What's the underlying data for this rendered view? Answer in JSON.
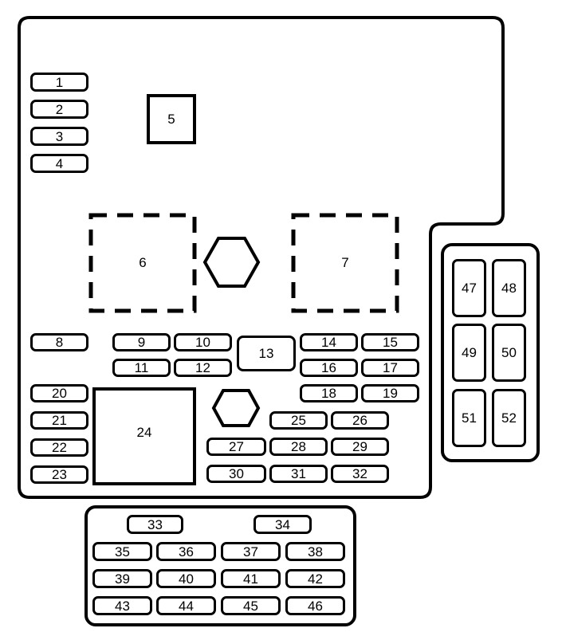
{
  "diagram": {
    "type": "fuse-block-layout",
    "stroke_color": "#000000",
    "background_color": "#ffffff"
  },
  "main_block": {
    "mini_fuses_top_left": [
      {
        "id": "1",
        "label": "1"
      },
      {
        "id": "2",
        "label": "2"
      },
      {
        "id": "3",
        "label": "3"
      },
      {
        "id": "4",
        "label": "4"
      }
    ],
    "relay_5": {
      "label": "5"
    },
    "dashed_relays": [
      {
        "id": "6",
        "label": "6"
      },
      {
        "id": "7",
        "label": "7"
      }
    ],
    "middle_fuses": [
      {
        "id": "8",
        "label": "8"
      },
      {
        "id": "9",
        "label": "9"
      },
      {
        "id": "10",
        "label": "10"
      },
      {
        "id": "11",
        "label": "11"
      },
      {
        "id": "12",
        "label": "12"
      },
      {
        "id": "13",
        "label": "13"
      },
      {
        "id": "14",
        "label": "14"
      },
      {
        "id": "15",
        "label": "15"
      },
      {
        "id": "16",
        "label": "16"
      },
      {
        "id": "17",
        "label": "17"
      },
      {
        "id": "18",
        "label": "18"
      },
      {
        "id": "19",
        "label": "19"
      }
    ],
    "left_fuses": [
      {
        "id": "20",
        "label": "20"
      },
      {
        "id": "21",
        "label": "21"
      },
      {
        "id": "22",
        "label": "22"
      },
      {
        "id": "23",
        "label": "23"
      }
    ],
    "relay_24": {
      "label": "24"
    },
    "lower_fuses": [
      {
        "id": "25",
        "label": "25"
      },
      {
        "id": "26",
        "label": "26"
      },
      {
        "id": "27",
        "label": "27"
      },
      {
        "id": "28",
        "label": "28"
      },
      {
        "id": "29",
        "label": "29"
      },
      {
        "id": "30",
        "label": "30"
      },
      {
        "id": "31",
        "label": "31"
      },
      {
        "id": "32",
        "label": "32"
      }
    ]
  },
  "bottom_block": {
    "fuses": [
      {
        "id": "33",
        "label": "33"
      },
      {
        "id": "34",
        "label": "34"
      },
      {
        "id": "35",
        "label": "35"
      },
      {
        "id": "36",
        "label": "36"
      },
      {
        "id": "37",
        "label": "37"
      },
      {
        "id": "38",
        "label": "38"
      },
      {
        "id": "39",
        "label": "39"
      },
      {
        "id": "40",
        "label": "40"
      },
      {
        "id": "41",
        "label": "41"
      },
      {
        "id": "42",
        "label": "42"
      },
      {
        "id": "43",
        "label": "43"
      },
      {
        "id": "44",
        "label": "44"
      },
      {
        "id": "45",
        "label": "45"
      },
      {
        "id": "46",
        "label": "46"
      }
    ]
  },
  "right_block": {
    "relays": [
      {
        "id": "47",
        "label": "47"
      },
      {
        "id": "48",
        "label": "48"
      },
      {
        "id": "49",
        "label": "49"
      },
      {
        "id": "50",
        "label": "50"
      },
      {
        "id": "51",
        "label": "51"
      },
      {
        "id": "52",
        "label": "52"
      }
    ]
  }
}
